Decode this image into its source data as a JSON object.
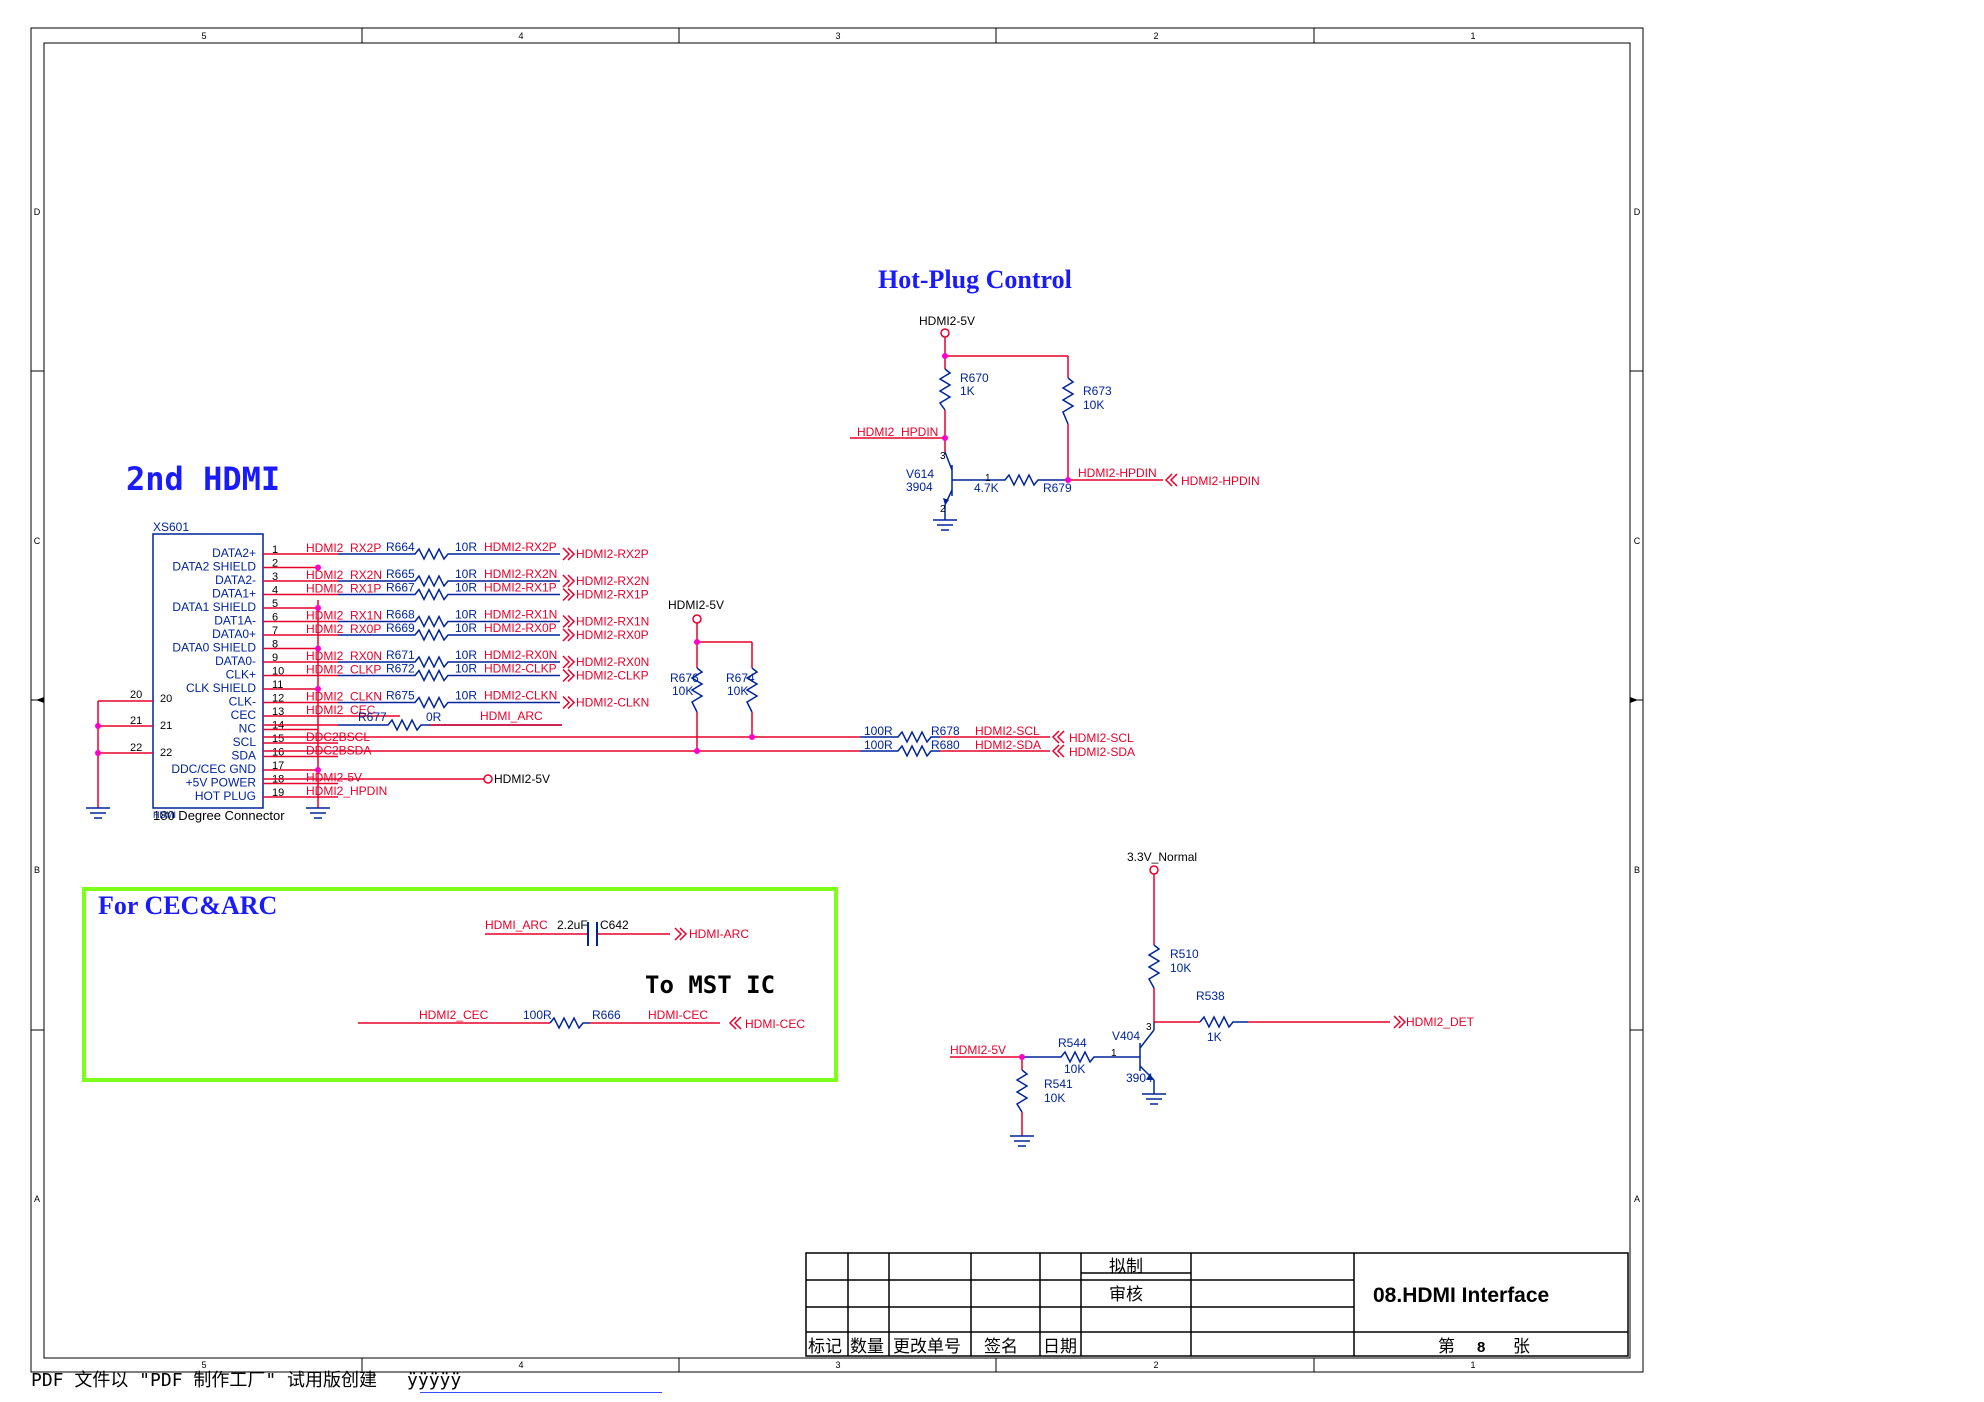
{
  "frame": {
    "col_labels": [
      "5",
      "4",
      "3",
      "2",
      "1"
    ],
    "row_labels": [
      "D",
      "C",
      "B",
      "A"
    ]
  },
  "hdmi2": {
    "title": "2nd HDMI",
    "connector": {
      "ref": "XS601",
      "type": "HDMI",
      "desc": "180 Degree Connector",
      "pins": [
        {
          "num": "1",
          "name": "DATA2+",
          "net": "HDMI2_RX2P"
        },
        {
          "num": "2",
          "name": "DATA2 SHIELD",
          "net": ""
        },
        {
          "num": "3",
          "name": "DATA2-",
          "net": "HDMI2_RX2N"
        },
        {
          "num": "4",
          "name": "DATA1+",
          "net": "HDMI2_RX1P"
        },
        {
          "num": "5",
          "name": "DATA1 SHIELD",
          "net": ""
        },
        {
          "num": "6",
          "name": "DAT1A-",
          "net": "HDMI2_RX1N"
        },
        {
          "num": "7",
          "name": "DATA0+",
          "net": "HDMI2_RX0P"
        },
        {
          "num": "8",
          "name": "DATA0 SHIELD",
          "net": ""
        },
        {
          "num": "9",
          "name": "DATA0-",
          "net": "HDMI2_RX0N"
        },
        {
          "num": "10",
          "name": "CLK+",
          "net": "HDMI2_CLKP"
        },
        {
          "num": "11",
          "name": "CLK SHIELD",
          "net": ""
        },
        {
          "num": "12",
          "name": "CLK-",
          "net": "HDMI2_CLKN"
        },
        {
          "num": "13",
          "name": "CEC",
          "net": "HDMI2_CEC"
        },
        {
          "num": "14",
          "name": "NC",
          "net": ""
        },
        {
          "num": "15",
          "name": "SCL",
          "net": "DDC2BSCL"
        },
        {
          "num": "16",
          "name": "SDA",
          "net": "DDC2BSDA"
        },
        {
          "num": "17",
          "name": "DDC/CEC GND",
          "net": ""
        },
        {
          "num": "18",
          "name": "+5V POWER",
          "net": "HDMI2-5V"
        },
        {
          "num": "19",
          "name": "HOT PLUG",
          "net": "HDMI2_HPDIN"
        }
      ],
      "mount_pins": [
        "20",
        "21",
        "22"
      ]
    },
    "series": [
      {
        "ref": "R664",
        "val": "10R",
        "net": "HDMI2-RX2P",
        "port": "HDMI2-RX2P"
      },
      {
        "ref": "R665",
        "val": "10R",
        "net": "HDMI2-RX2N",
        "port": "HDMI2-RX2N"
      },
      {
        "ref": "R667",
        "val": "10R",
        "net": "HDMI2-RX1P",
        "port": "HDMI2-RX1P"
      },
      {
        "ref": "R668",
        "val": "10R",
        "net": "HDMI2-RX1N",
        "port": "HDMI2-RX1N"
      },
      {
        "ref": "R669",
        "val": "10R",
        "net": "HDMI2-RX0P",
        "port": "HDMI2-RX0P"
      },
      {
        "ref": "R671",
        "val": "10R",
        "net": "HDMI2-RX0N",
        "port": "HDMI2-RX0N"
      },
      {
        "ref": "R672",
        "val": "10R",
        "net": "HDMI2-CLKP",
        "port": "HDMI2-CLKP"
      },
      {
        "ref": "R675",
        "val": "10R",
        "net": "HDMI2-CLKN",
        "port": "HDMI2-CLKN"
      }
    ],
    "cec": {
      "ref": "R677",
      "val": "0R",
      "net": "HDMI_ARC"
    },
    "pullups": {
      "rail": "HDMI2-5V",
      "r1": {
        "ref": "R676",
        "val": "10K"
      },
      "r2": {
        "ref": "R674",
        "val": "10K"
      }
    },
    "ddc": [
      {
        "ref": "R678",
        "val": "100R",
        "net": "HDMI2-SCL",
        "port": "HDMI2-SCL"
      },
      {
        "ref": "R680",
        "val": "100R",
        "net": "HDMI2-SDA",
        "port": "HDMI2-SDA"
      }
    ],
    "power_port": "HDMI2-5V"
  },
  "hotplug": {
    "title": "Hot-Plug Control",
    "rail": "HDMI2-5V",
    "r670": {
      "ref": "R670",
      "val": "1K"
    },
    "r673": {
      "ref": "R673",
      "val": "10K"
    },
    "r679": {
      "ref": "R679",
      "val": "4.7K"
    },
    "q": {
      "ref": "V614",
      "part": "3904",
      "p1": "1",
      "p2": "2",
      "p3": "3"
    },
    "net_in": "HDMI2_HPDIN",
    "net_out": "HDMI2-HPDIN",
    "port": "HDMI2-HPDIN"
  },
  "cecarc": {
    "title": "For CEC&ARC",
    "subtitle": "To MST IC",
    "cap": {
      "net": "HDMI_ARC",
      "val": "2.2uF",
      "ref": "C642",
      "port": "HDMI-ARC"
    },
    "res": {
      "net": "HDMI2_CEC",
      "val": "100R",
      "ref": "R666",
      "net2": "HDMI-CEC",
      "port": "HDMI-CEC"
    }
  },
  "detect": {
    "rail": "3.3V_Normal",
    "r510": {
      "ref": "R510",
      "val": "10K"
    },
    "r538": {
      "ref": "R538",
      "val": "1K"
    },
    "r544": {
      "ref": "R544",
      "val": "10K"
    },
    "r541": {
      "ref": "R541",
      "val": "10K"
    },
    "q": {
      "ref": "V404",
      "part": "3904",
      "p1": "1",
      "p3": "3"
    },
    "net_in": "HDMI2-5V",
    "port": "HDMI2_DET"
  },
  "titleblock": {
    "drawn": "拟制",
    "checked": "审核",
    "title": "08.HDMI Interface",
    "headers": [
      "标记",
      "数量",
      "更改单号",
      "签名",
      "日期"
    ],
    "sheet_prefix": "第",
    "sheet_num": "8",
    "sheet_suffix": "张"
  },
  "footer": {
    "text": "PDF 文件以 \"PDF 制作工厂\" 试用版创建",
    "link": "ÿÿÿÿÿ"
  },
  "colors": {
    "wire": "#e8002a",
    "comp": "#00249a",
    "junction": "#ff00cc",
    "title": "#1a1aff",
    "box": "#7dff1a"
  }
}
